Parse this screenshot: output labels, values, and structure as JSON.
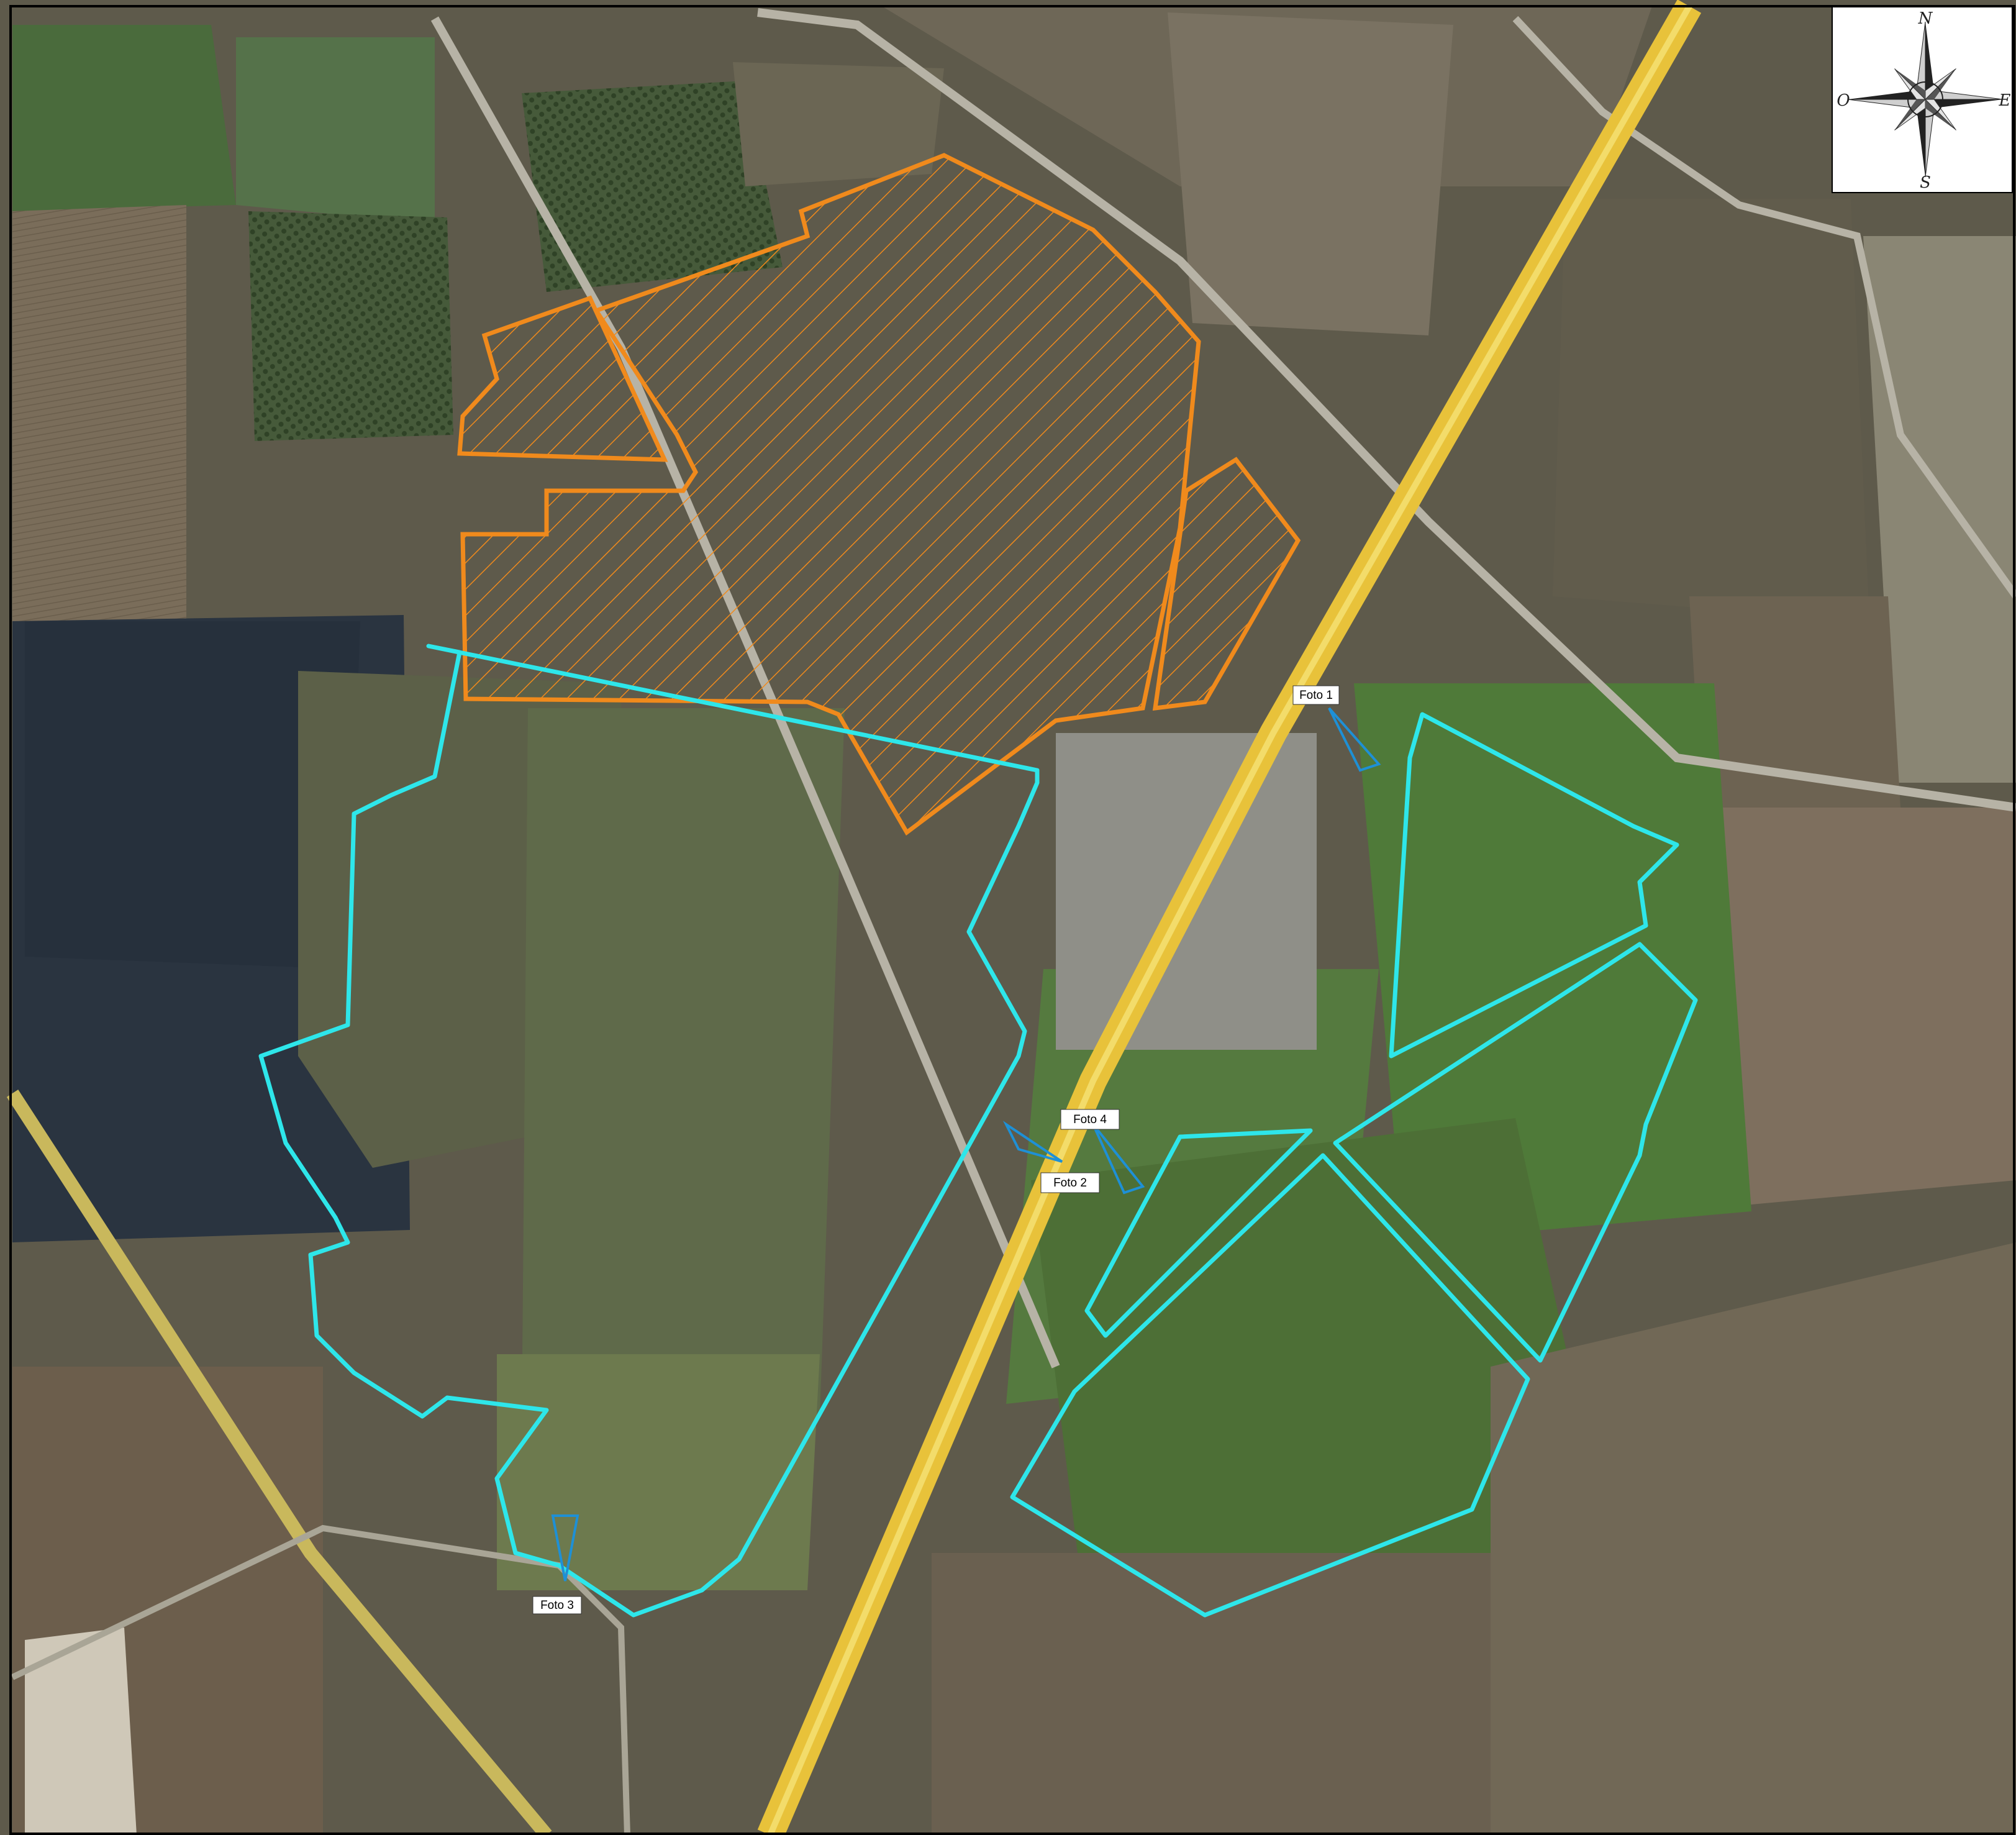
{
  "colors": {
    "frame": "#000000",
    "orange_area": "#f08a1c",
    "cyan_area": "#2ee6ea",
    "photo_marker": "#1e90d6",
    "highway": "#e8c23a",
    "field_dark": "#2a3440",
    "field_brown": "#6b6150",
    "field_green": "#4f6b3a"
  },
  "compass": {
    "north": "N",
    "south": "S",
    "east": "E",
    "west": "O",
    "icon": "compass-rose-icon"
  },
  "photo_points": [
    {
      "label": "Foto 1"
    },
    {
      "label": "Foto 2"
    },
    {
      "label": "Foto 3"
    },
    {
      "label": "Foto 4"
    }
  ],
  "areas": {
    "orange_hatched_count": 4,
    "cyan_outlined_count": 5
  }
}
